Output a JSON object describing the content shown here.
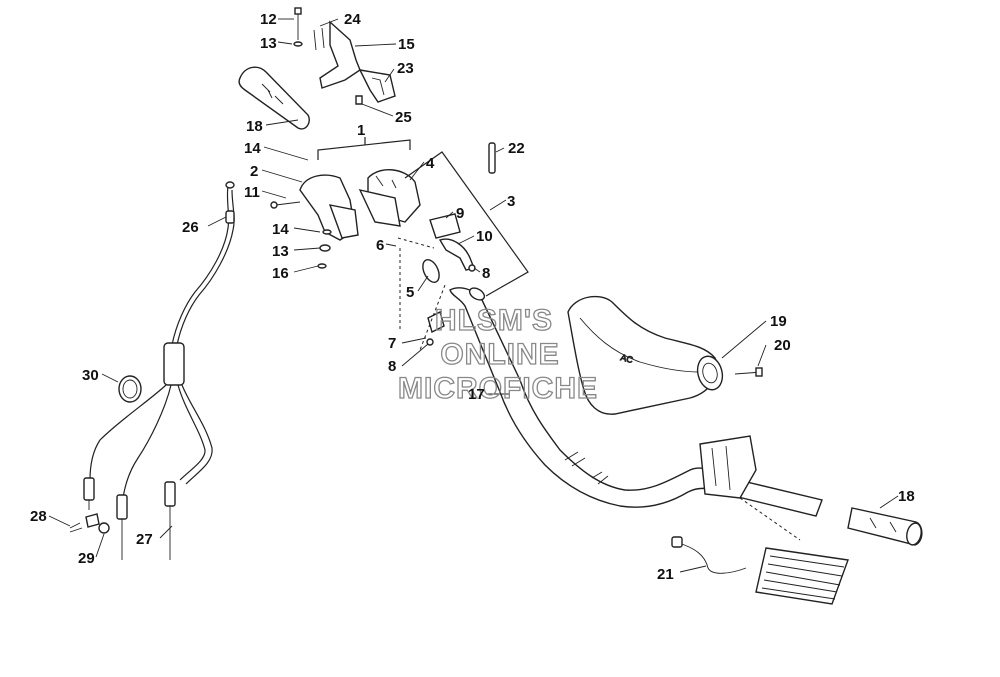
{
  "watermark": {
    "line1": "HLSM'S",
    "line2": "ONLINE",
    "line3": "MICROFICHE"
  },
  "callouts": [
    {
      "id": "c12",
      "text": "12"
    },
    {
      "id": "c24",
      "text": "24"
    },
    {
      "id": "c13a",
      "text": "13"
    },
    {
      "id": "c15",
      "text": "15"
    },
    {
      "id": "c23",
      "text": "23"
    },
    {
      "id": "c18a",
      "text": "18"
    },
    {
      "id": "c25",
      "text": "25"
    },
    {
      "id": "c1",
      "text": "1"
    },
    {
      "id": "c22",
      "text": "22"
    },
    {
      "id": "c14a",
      "text": "14"
    },
    {
      "id": "c2",
      "text": "2"
    },
    {
      "id": "c4",
      "text": "4"
    },
    {
      "id": "c11",
      "text": "11"
    },
    {
      "id": "c3",
      "text": "3"
    },
    {
      "id": "c9",
      "text": "9"
    },
    {
      "id": "c26",
      "text": "26"
    },
    {
      "id": "c14b",
      "text": "14"
    },
    {
      "id": "c10",
      "text": "10"
    },
    {
      "id": "c13b",
      "text": "13"
    },
    {
      "id": "c6",
      "text": "6"
    },
    {
      "id": "c16",
      "text": "16"
    },
    {
      "id": "c8a",
      "text": "8"
    },
    {
      "id": "c5",
      "text": "5"
    },
    {
      "id": "c19",
      "text": "19"
    },
    {
      "id": "c7",
      "text": "7"
    },
    {
      "id": "c20",
      "text": "20"
    },
    {
      "id": "c8b",
      "text": "8"
    },
    {
      "id": "c30",
      "text": "30"
    },
    {
      "id": "c17",
      "text": "17"
    },
    {
      "id": "c18b",
      "text": "18"
    },
    {
      "id": "c28",
      "text": "28"
    },
    {
      "id": "c27",
      "text": "27"
    },
    {
      "id": "c29",
      "text": "29"
    },
    {
      "id": "c21",
      "text": "21"
    }
  ]
}
